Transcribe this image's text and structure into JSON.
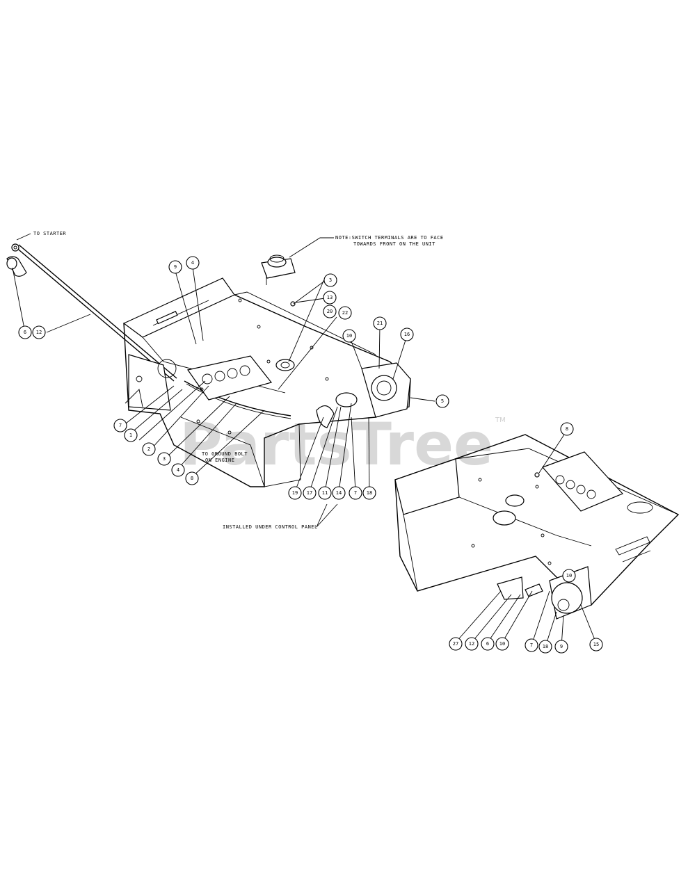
{
  "watermark": {
    "text": "PartsTree",
    "tm": "TM"
  },
  "notes": {
    "to_starter": "TO STARTER",
    "switch_note_line1": "NOTE:SWITCH TERMINALS ARE TO FACE",
    "switch_note_line2": "TOWARDS FRONT ON THE UNIT",
    "ground_line1": "TO GROUND BOLT",
    "ground_line2": "ON ENGINE",
    "installed_under": "INSTALLED UNDER CONTROL PANEL"
  },
  "callouts": [
    "6",
    "12",
    "4",
    "3",
    "13",
    "20",
    "22",
    "10",
    "21",
    "16",
    "5",
    "9",
    "7",
    "1",
    "2",
    "3",
    "4",
    "8",
    "19",
    "17",
    "11",
    "14",
    "7",
    "18",
    "8",
    "10",
    "27",
    "12",
    "6",
    "10",
    "7",
    "18",
    "9",
    "15"
  ]
}
